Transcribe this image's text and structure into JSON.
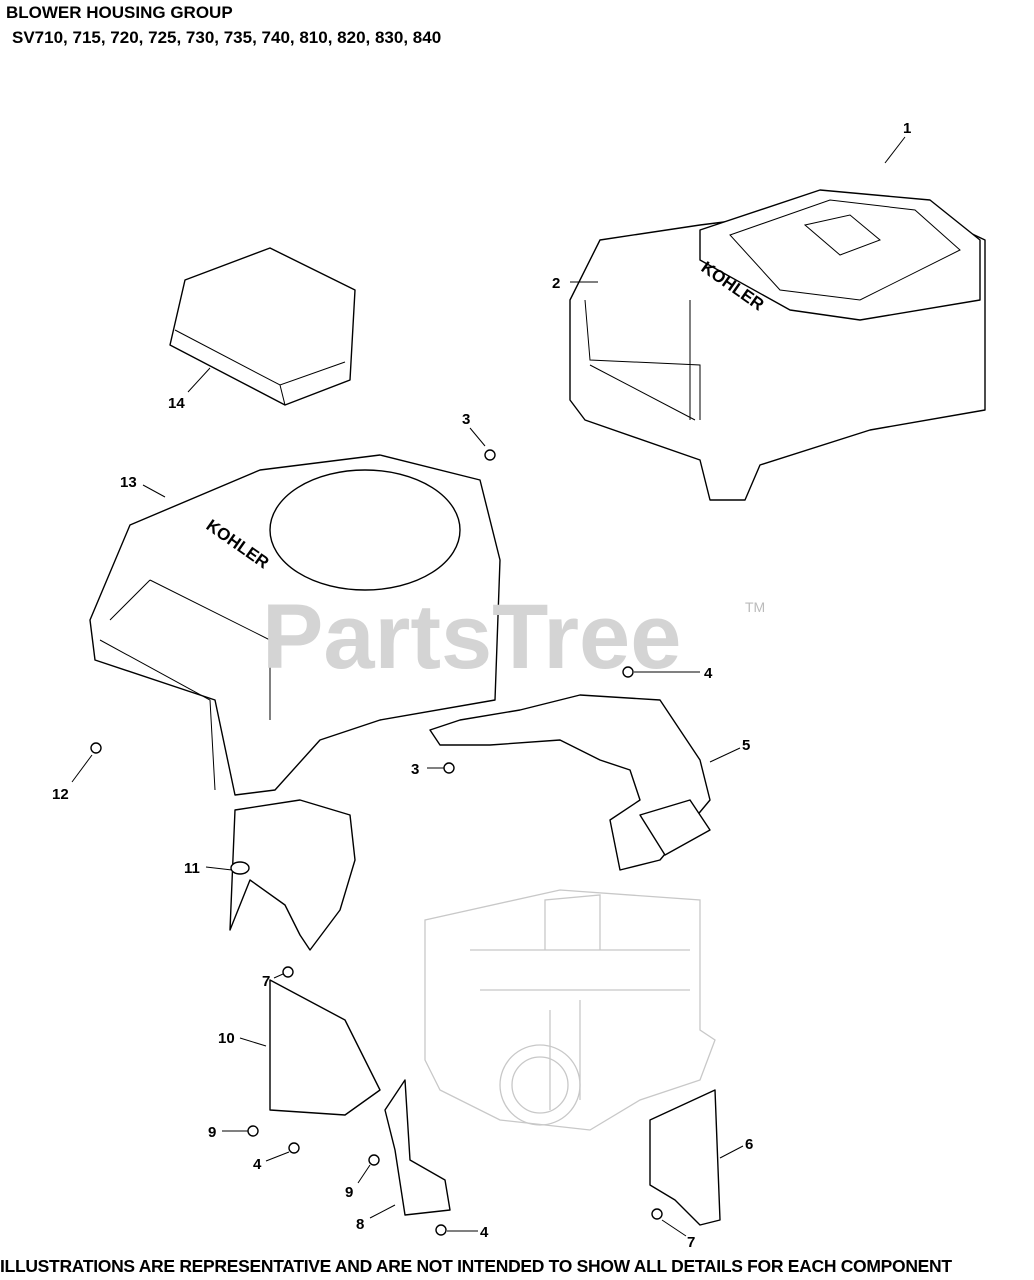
{
  "header": {
    "title": "BLOWER HOUSING GROUP",
    "models": "SV710, 715, 720, 725, 730, 735, 740, 810, 820, 830, 840"
  },
  "watermark": {
    "text": "PartsTree",
    "trademark": "TM"
  },
  "logo_text": "KOHLER",
  "callouts": [
    "1",
    "2",
    "14",
    "3",
    "13",
    "4",
    "5",
    "3",
    "12",
    "11",
    "7",
    "10",
    "9",
    "4",
    "9",
    "6",
    "8",
    "4",
    "7"
  ],
  "footer": "ILLUSTRATIONS ARE REPRESENTATIVE AND ARE NOT INTENDED TO SHOW ALL DETAILS FOR EACH COMPONENT"
}
